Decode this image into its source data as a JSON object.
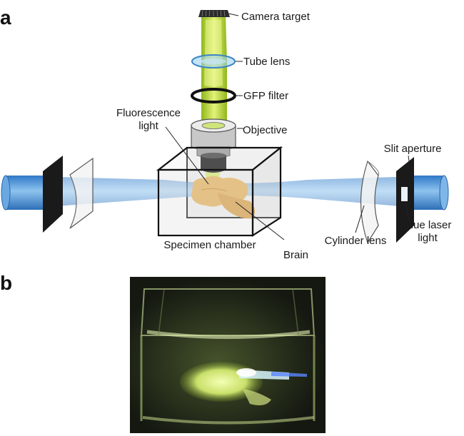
{
  "panels": {
    "a": "a",
    "b": "b"
  },
  "labels": {
    "camera_target": "Camera target",
    "tube_lens": "Tube lens",
    "gfp_filter": "GFP filter",
    "fluorescence_1": "Fluorescence",
    "fluorescence_2": "light",
    "objective": "Objective",
    "slit_aperture": "Slit aperture",
    "blue_laser_1": "Blue laser",
    "blue_laser_2": "light",
    "cylinder_lens": "Cylinder lens",
    "specimen_chamber": "Specimen chamber",
    "brain": "Brain"
  },
  "colors": {
    "laser": "#4a90d9",
    "fluorescence": "#b5d334",
    "brain": "#e6b766",
    "photo_bg": "#1d2219"
  }
}
